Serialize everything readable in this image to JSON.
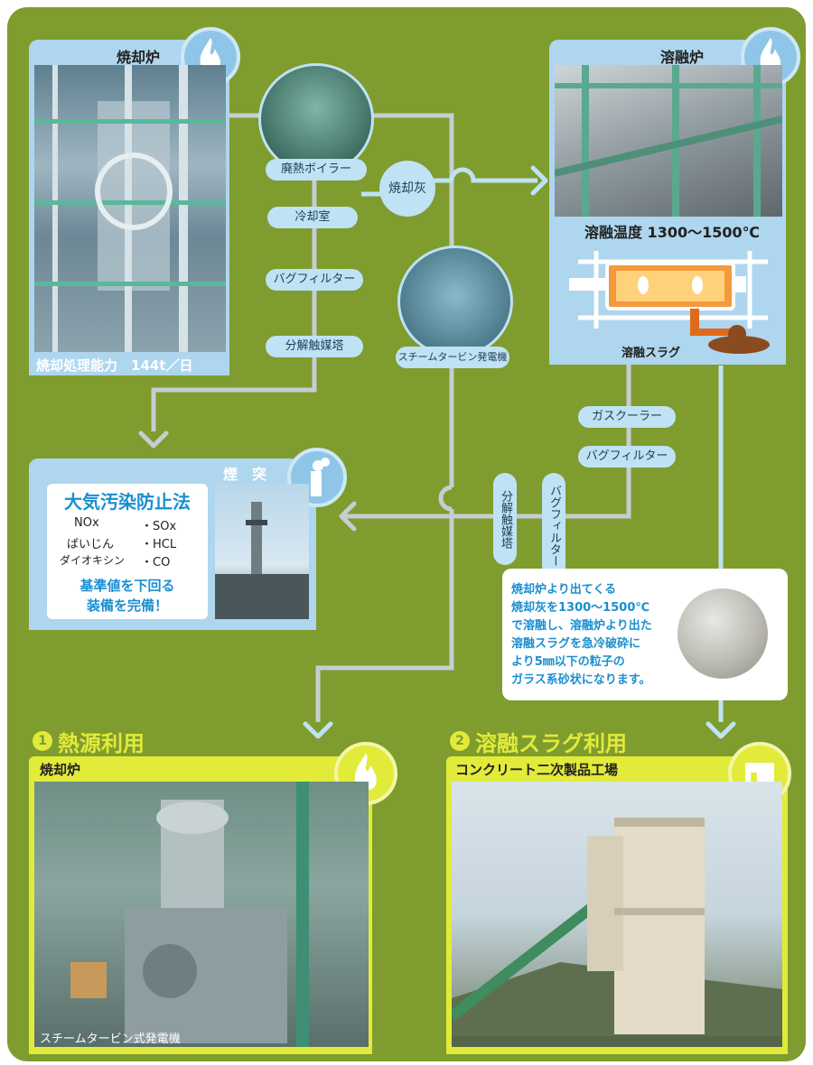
{
  "incinerator": {
    "title": "焼却炉",
    "capacity": "焼却処理能力　144t／日"
  },
  "melting_furnace": {
    "title": "溶融炉",
    "temperature": "溶融温度 1300〜1500℃",
    "slag_label": "溶融スラグ"
  },
  "boiler": {
    "label": "廃熱ボイラー"
  },
  "ash": {
    "label": "焼却灰"
  },
  "process_left": [
    "冷却室",
    "バグフィルター",
    "分解触媒塔"
  ],
  "turbine": {
    "label": "スチームタービン発電機"
  },
  "process_right": [
    "ガスクーラー",
    "バグフィルター"
  ],
  "process_vertical": [
    "分解触媒塔",
    "バグフィルター"
  ],
  "chimney": {
    "title": "煙　突",
    "law": "大気汚染防止法",
    "pollutants": [
      "NOx",
      "・SOx",
      "ばいじん",
      "・HCL",
      "ダイオキシン",
      "・CO"
    ],
    "compliance_line1": "基準値を下回る",
    "compliance_line2": "装備を完備！"
  },
  "slag_note": [
    "焼却炉より出てくる",
    "焼却灰を1300〜1500℃",
    "で溶融し、溶融炉より出た",
    "溶融スラグを急冷破砕に",
    "より5㎜以下の粒子の",
    "ガラス系砂状になります。"
  ],
  "section1": {
    "number": "1",
    "title": "熱源利用",
    "sub": "焼却炉",
    "caption": "スチームタービン式発電機"
  },
  "section2": {
    "number": "2",
    "title": "溶融スラグ利用",
    "sub": "コンクリート二次製品工場"
  },
  "colors": {
    "background": "#7f9c2e",
    "panel": "#aed6ee",
    "pill": "#bfe2f5",
    "yellow": "#e2ea3a",
    "text_blue": "#1a8fd0"
  },
  "icons": [
    "flame-icon",
    "chimney-icon",
    "factory-icon"
  ]
}
